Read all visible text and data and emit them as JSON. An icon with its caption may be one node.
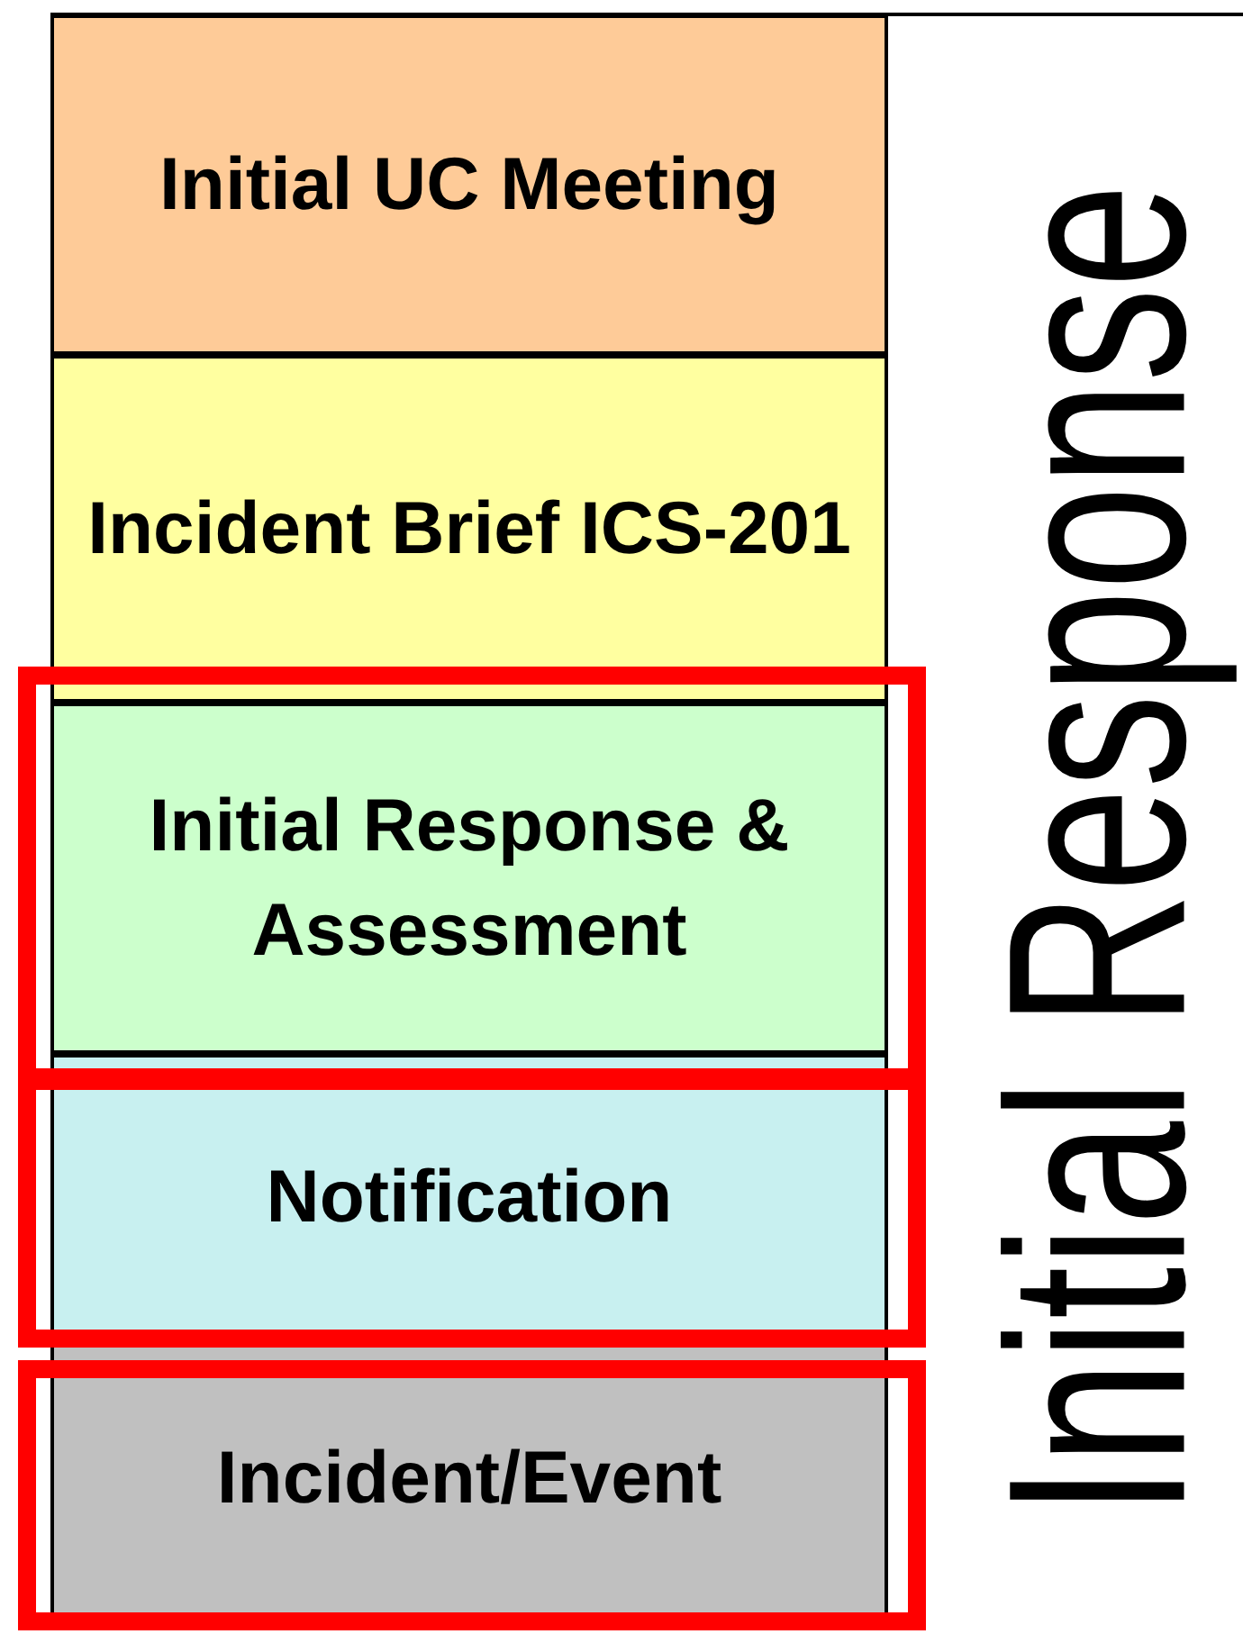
{
  "diagram": {
    "nodes": [
      {
        "text": [
          "Initial UC Meeting"
        ]
      },
      {
        "text": [
          "Incident Brief ICS-201"
        ]
      },
      {
        "text": [
          "Initial Response & Assessment"
        ]
      },
      {
        "text": [
          "Notification"
        ]
      },
      {
        "text": [
          "Incident/Event"
        ]
      }
    ],
    "labels": [
      "Initial Response"
    ]
  }
}
